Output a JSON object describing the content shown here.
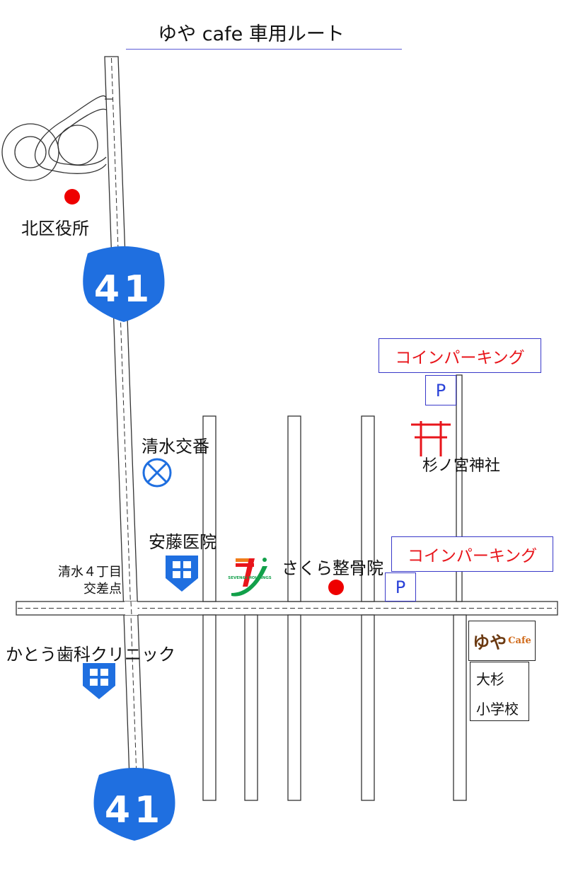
{
  "title": "ゆや cafe 車用ルート",
  "route_badges": {
    "top": "41",
    "bottom": "41"
  },
  "landmarks": {
    "city_office": "北区役所",
    "police_box": "清水交番",
    "ando_clinic": "安藤医院",
    "intersection_line1": "清水４丁目",
    "intersection_line2": "交差点",
    "kato_dental": "かとう歯科クリニック",
    "sakura_clinic": "さくら整骨院",
    "shrine": "杉ノ宮神社",
    "school_line1": "大杉",
    "school_line2": "小学校",
    "seven_logo_text": "SEVEN&i HOLDINGS"
  },
  "parking": {
    "label_top": "コインパーキング",
    "label_mid": "コインパーキング",
    "p_mark": "P"
  },
  "destination": {
    "logo_text": "ゆや",
    "logo_suffix": "Cafe"
  },
  "colors": {
    "route_blue": "#1f6fe0",
    "marker_red": "#ee0000",
    "parking_border": "#3939c9",
    "parking_red": "#e8151b",
    "shrine_red": "#e8151b"
  }
}
